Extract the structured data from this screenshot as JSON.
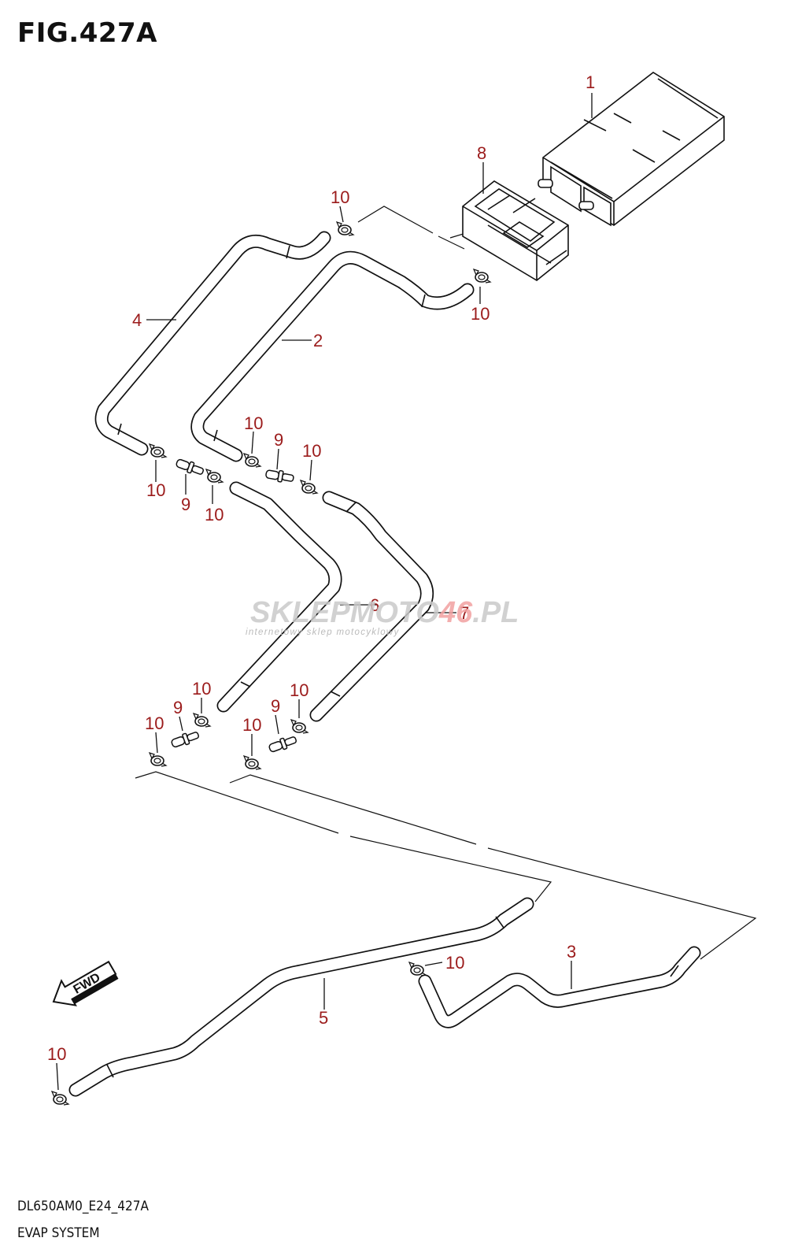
{
  "figure": {
    "title": "FIG.427A",
    "model_code": "DL650AM0_E24_427A",
    "section_name": "EVAP SYSTEM"
  },
  "callouts": [
    "1",
    "2",
    "3",
    "4",
    "5",
    "6",
    "7",
    "8",
    "9",
    "10"
  ],
  "watermark": {
    "brand_part1": "SKLEPMOTO",
    "brand_part2": "46",
    "brand_part3": ".PL",
    "tagline": "internetowy sklep motocyklowy"
  },
  "direction_label": "FWD",
  "colors": {
    "callout": "#9b1b1b",
    "line": "#111111",
    "watermark": "#c9c9c9",
    "watermark_accent": "#f2a0a0"
  }
}
